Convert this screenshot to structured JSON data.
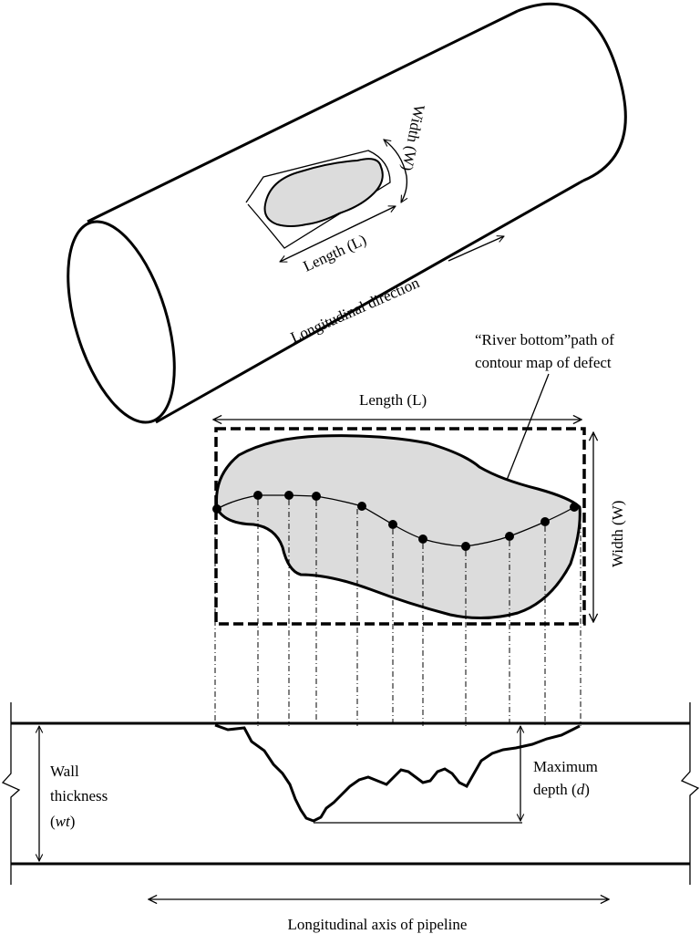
{
  "pipe_view": {
    "width_label": "Width (W)",
    "length_label": "Length (L)",
    "direction_label": "Longitudinal direction"
  },
  "defect_plan": {
    "length_label": "Length (L)",
    "width_label": "Width (W)",
    "river_bottom_line1": "“River bottom”path of",
    "river_bottom_line2": "contour map of defect"
  },
  "cross_section": {
    "wall_line1": "Wall",
    "wall_line2": "thickness",
    "wall_symbol": "wt",
    "depth_line1": "Maximum",
    "depth_word": "depth",
    "depth_symbol": "d",
    "axis_label": "Longitudinal axis of pipeline"
  },
  "colors": {
    "defect_fill": "#dcdcdc",
    "line": "#000000"
  }
}
